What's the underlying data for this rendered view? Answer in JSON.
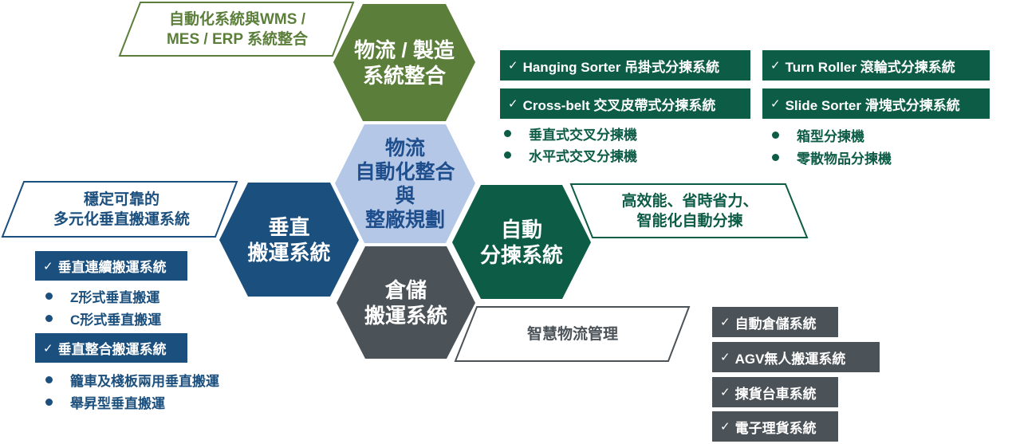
{
  "colors": {
    "integration_green": "#5b7f3a",
    "center_lightblue": "#b4c7e7",
    "vertical_navy": "#1b4f7d",
    "sorting_green": "#0d5c45",
    "storage_grey": "#4c5358"
  },
  "hexagons": {
    "integration": {
      "lines": [
        "物流 / 製造",
        "系統整合"
      ]
    },
    "center": {
      "lines": [
        "物流",
        "自動化整合",
        "與",
        "整廠規劃"
      ]
    },
    "vertical": {
      "lines": [
        "垂直",
        "搬運系統"
      ]
    },
    "sorting": {
      "lines": [
        "自動",
        "分揀系統"
      ]
    },
    "storage": {
      "lines": [
        "倉儲",
        "搬運系統"
      ]
    }
  },
  "callouts": {
    "integration": {
      "lines": [
        "自動化系統與WMS /",
        "MES / ERP 系統整合"
      ]
    },
    "vertical": {
      "lines": [
        "穩定可靠的",
        "多元化垂直搬運系統"
      ]
    },
    "sorting": {
      "lines": [
        "高效能、省時省力、",
        "智能化自動分揀"
      ]
    },
    "storage": {
      "lines": [
        "智慧物流管理"
      ]
    }
  },
  "check_icon": "check-icon",
  "bullet_icon": "bullet-dot-icon",
  "sorting_boxes": [
    "Hanging Sorter 吊掛式分揀系統",
    "Cross-belt 交叉皮帶式分揀系統",
    "Turn Roller 滾輪式分揀系統",
    "Slide Sorter 滑塊式分揀系統"
  ],
  "sorting_bullets_left": [
    "垂直式交叉分揀機",
    "水平式交叉分揀機"
  ],
  "sorting_bullets_right": [
    "箱型分揀機",
    "零散物品分揀機"
  ],
  "vertical_boxes": [
    "垂直連續搬運系統",
    "垂直整合搬運系統"
  ],
  "vertical_bullets_1": [
    "Z形式垂直搬運",
    "C形式垂直搬運"
  ],
  "vertical_bullets_2": [
    "籠車及棧板兩用垂直搬運",
    "舉昇型垂直搬運"
  ],
  "storage_boxes": [
    "自動倉儲系統",
    "AGV無人搬運系統",
    "揀貨台車系統",
    "電子理貨系統"
  ]
}
